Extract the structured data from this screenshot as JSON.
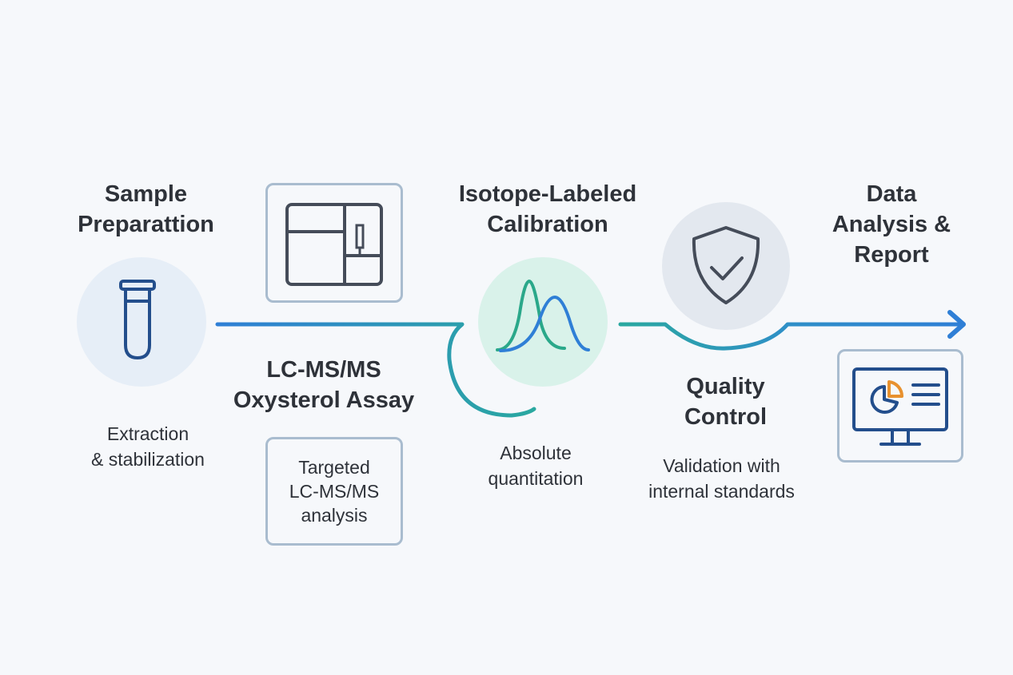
{
  "steps": [
    {
      "title_lines": [
        "Sample",
        "Preparattion"
      ],
      "subtitle_lines": [
        "Extraction",
        "& stabilization"
      ],
      "icon": "test-tube-icon"
    },
    {
      "title_lines": [
        "LC-MS/MS",
        "Oxysterol Assay"
      ],
      "subtitle_lines": [
        "Targeted",
        "LC-MS/MS",
        "analysis"
      ],
      "icon": "instrument-icon"
    },
    {
      "title_lines": [
        "Isotope-Labeled",
        "Calibration"
      ],
      "subtitle_lines": [
        "Absolute",
        "quantitation"
      ],
      "icon": "chromatogram-peaks-icon"
    },
    {
      "title_lines": [
        "Quality",
        "Control"
      ],
      "subtitle_lines": [
        "Validation with",
        "internal standards"
      ],
      "icon": "shield-check-icon"
    },
    {
      "title_lines": [
        "Data",
        "Analysis &",
        "Report"
      ],
      "subtitle_lines": [],
      "icon": "monitor-chart-icon"
    }
  ],
  "colors": {
    "background": "#f6f8fb",
    "flow_blue": "#2f7fd6",
    "flow_teal": "#2aa8a0",
    "icon_dark_blue": "#234e8c",
    "icon_gray": "#454c59",
    "accent_orange": "#e8912e",
    "tube_circle": "#e6eef7",
    "peak_circle": "#d9f2ea",
    "shield_circle": "#e3e8ef",
    "box_border": "#a9bccf"
  }
}
